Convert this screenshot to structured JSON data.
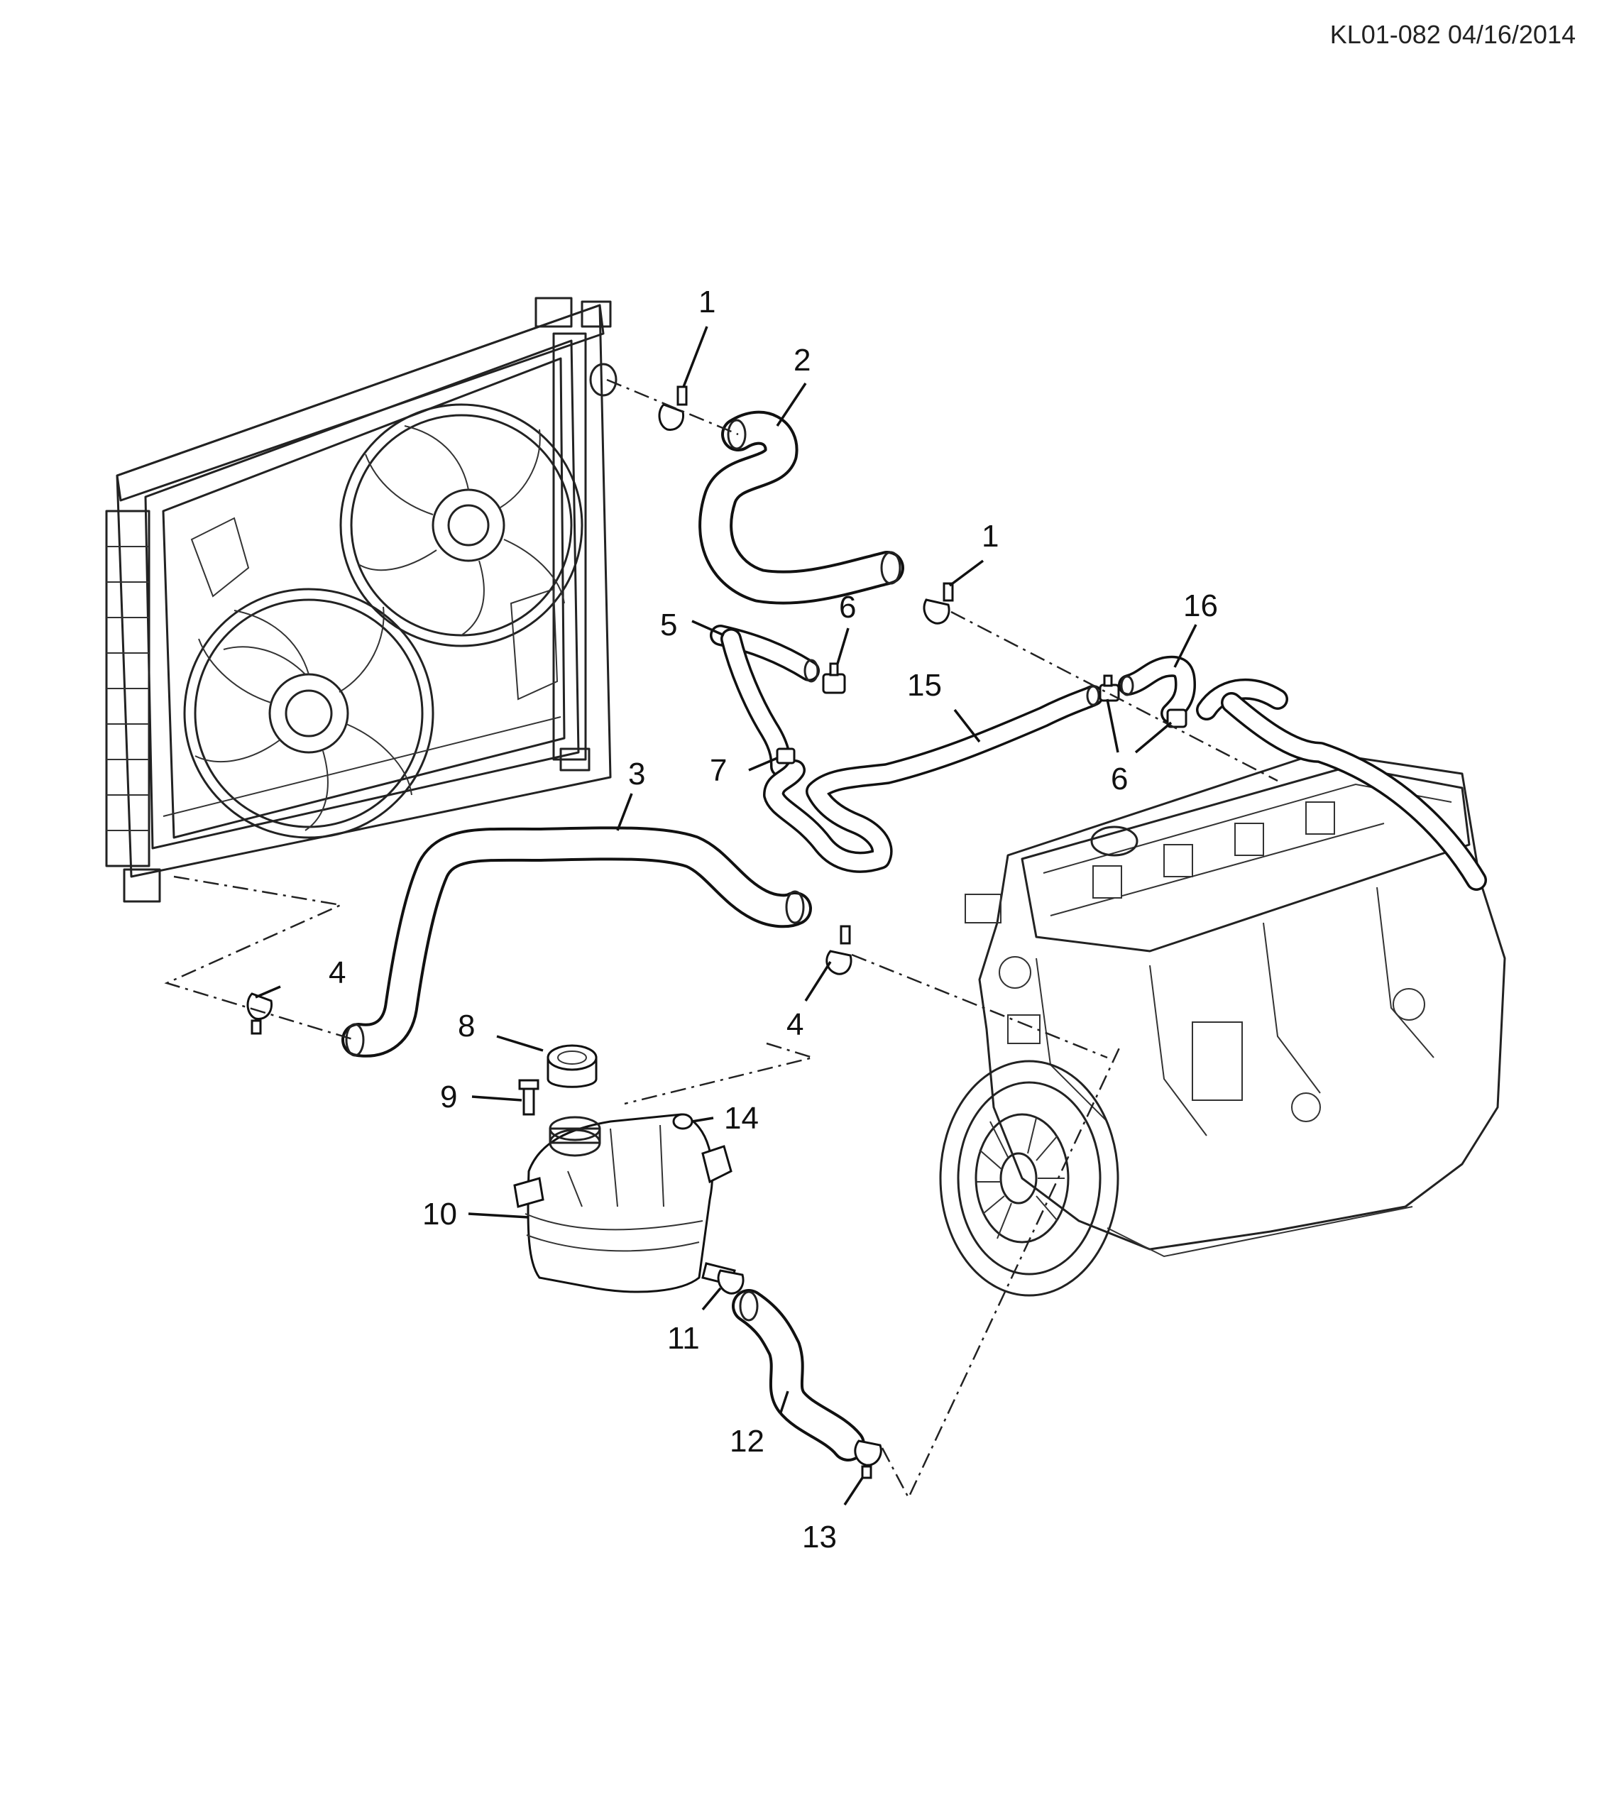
{
  "header": {
    "code": "KL01-082 04/16/2014"
  },
  "callouts": [
    "1",
    "2",
    "1",
    "6",
    "5",
    "16",
    "15",
    "7",
    "6",
    "3",
    "4",
    "4",
    "8",
    "9",
    "14",
    "10",
    "11",
    "12",
    "13"
  ]
}
